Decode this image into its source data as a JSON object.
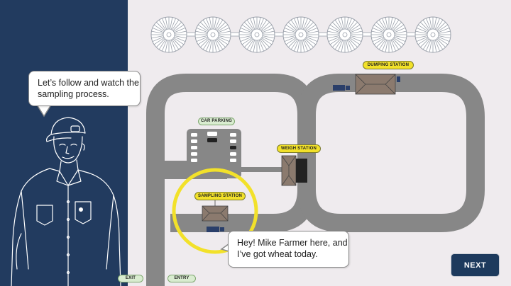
{
  "narrator": {
    "intro_line1": "Let’s follow and watch the",
    "intro_line2": "sampling process."
  },
  "farmer": {
    "speech_line1": "Hey! Mike Farmer here, and",
    "speech_line2": "I’ve got wheat today."
  },
  "map": {
    "dumping_station": "DUMPING STATION",
    "weigh_station": "WEIGH STATION",
    "sampling_station": "SAMPLING STATION",
    "car_parking": "CAR PARKING",
    "exit": "EXIT",
    "entry": "ENTRY"
  },
  "nav": {
    "next_label": "NEXT"
  },
  "colors": {
    "panel": "#223b5f",
    "road": "#878787",
    "highlight": "#f2e12a",
    "button": "#1d3a5d"
  }
}
